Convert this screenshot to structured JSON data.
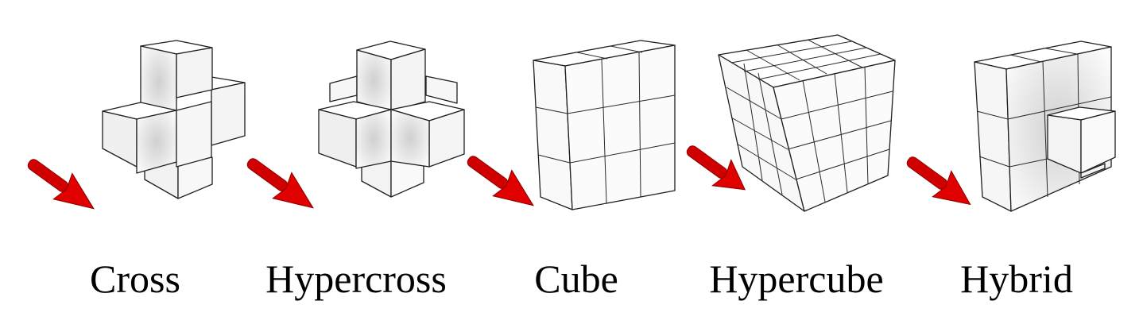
{
  "figure": {
    "items": [
      {
        "name": "Cross",
        "label": "Cross"
      },
      {
        "name": "Hypercross",
        "label": "Hypercross"
      },
      {
        "name": "Cube",
        "label": "Cube"
      },
      {
        "name": "Hypercube",
        "label": "Hypercube"
      },
      {
        "name": "Hybrid",
        "label": "Hybrid"
      }
    ],
    "colors": {
      "arrow": "#e00000",
      "face": "#f6f6f6",
      "edge": "#1f1f1f"
    }
  }
}
